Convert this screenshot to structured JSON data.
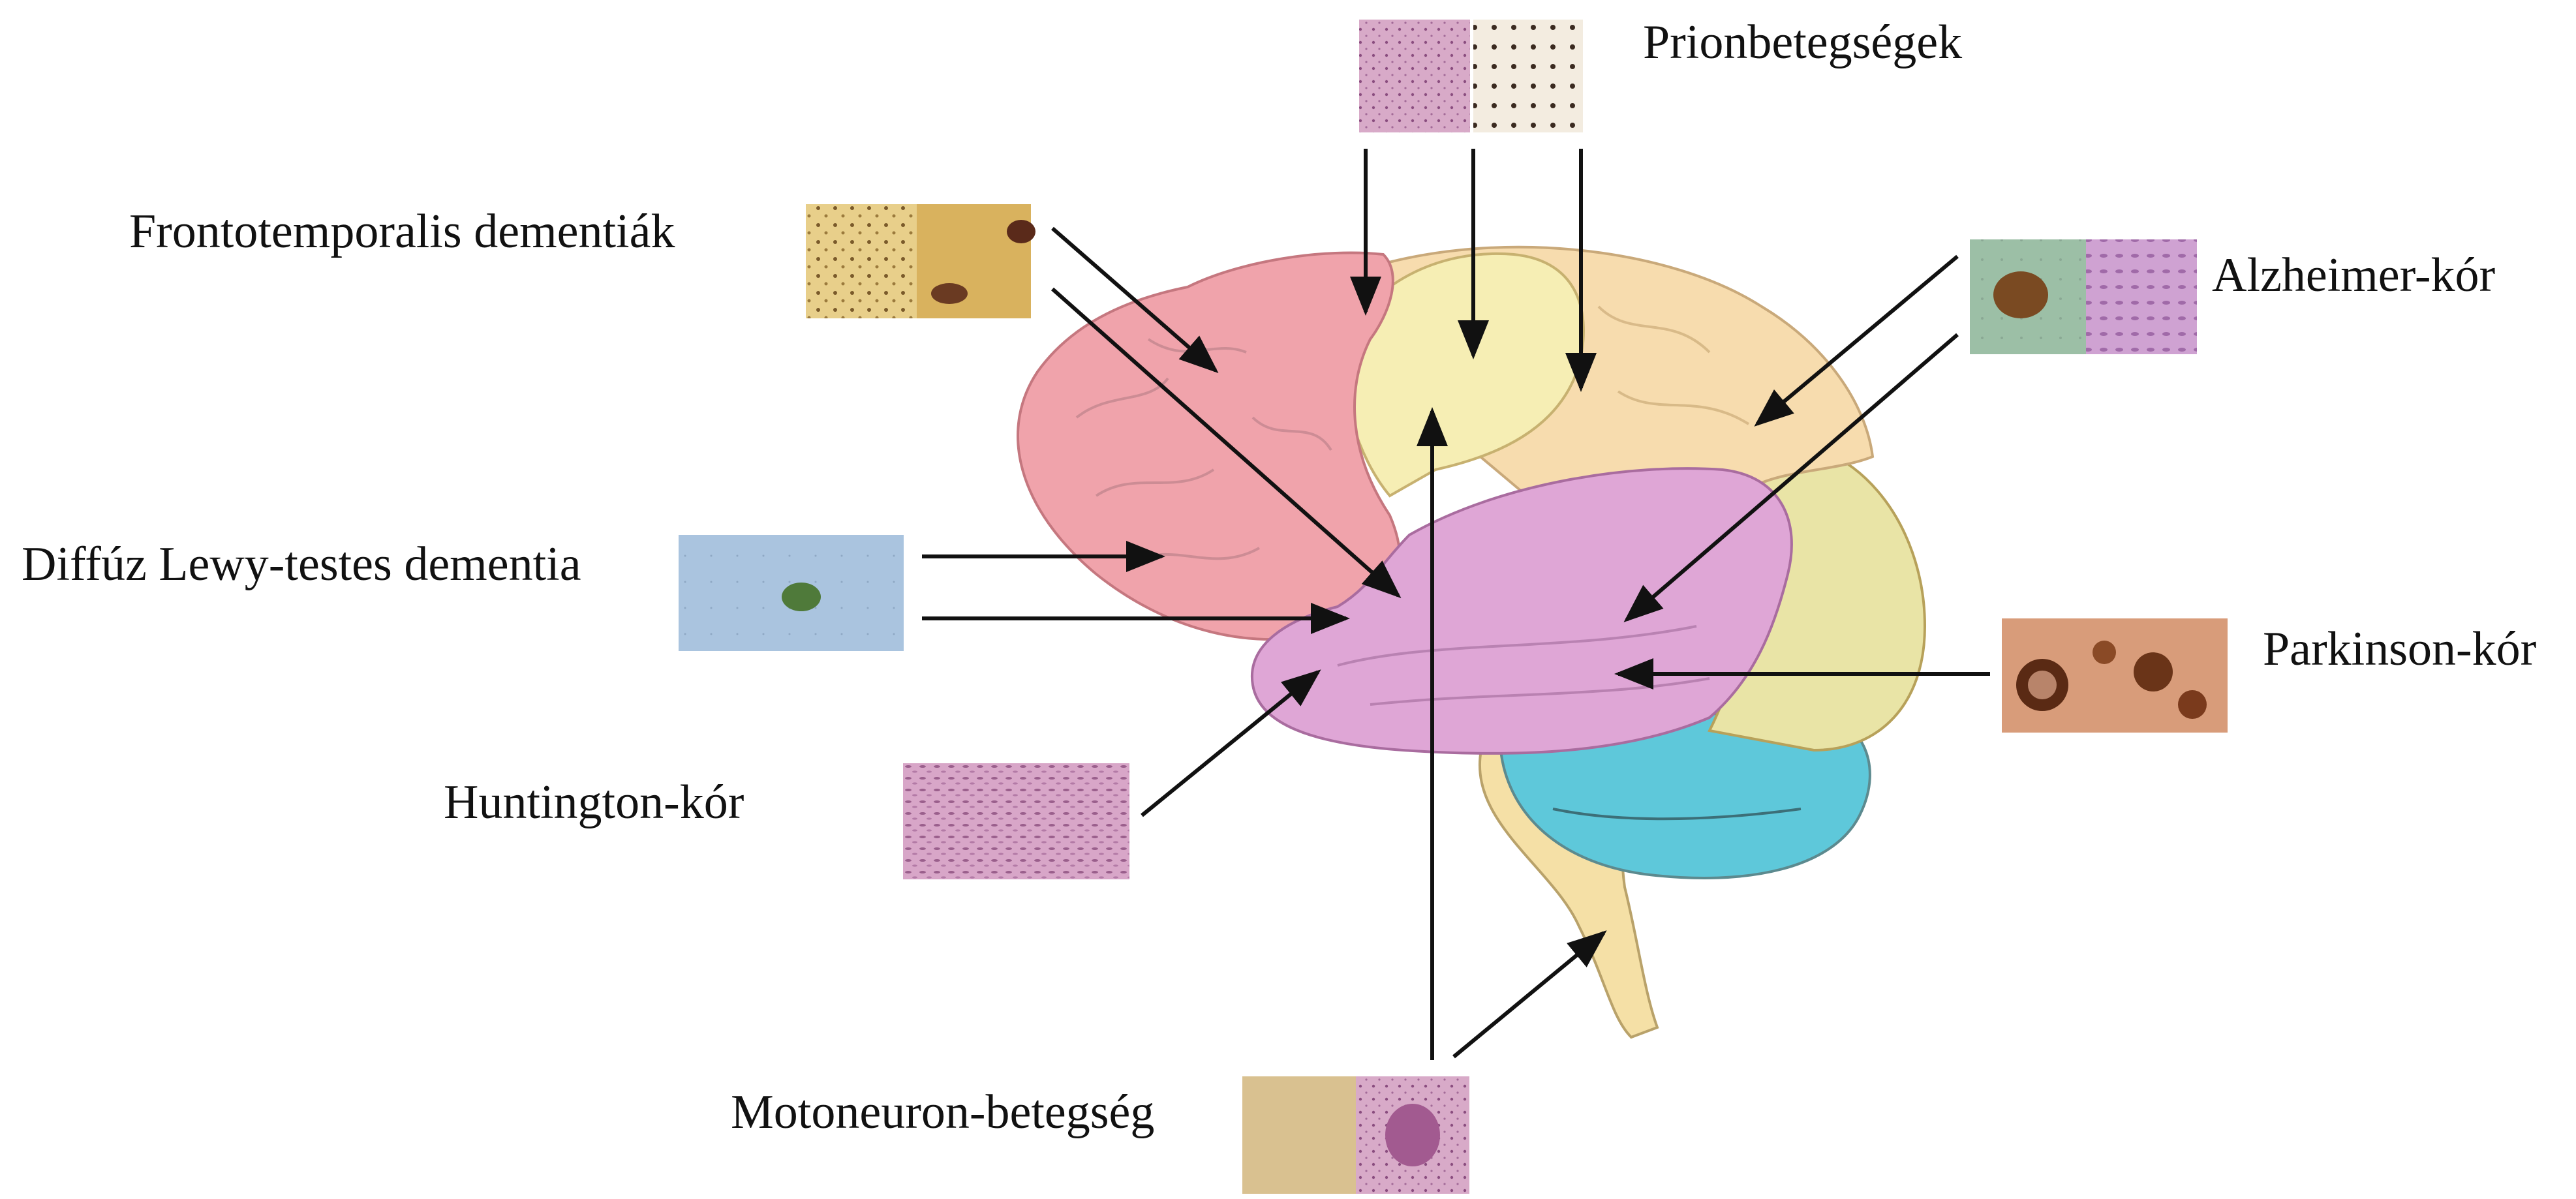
{
  "labels": {
    "prion": "Prionbetegségek",
    "frontotemporal": "Frontotemporalis dementiák",
    "alzheimer": "Alzheimer-kór",
    "lewy": "Diffúz Lewy-testes dementia",
    "parkinson": "Parkinson-kór",
    "huntington": "Huntington-kór",
    "motoneuron": "Motoneuron-betegség"
  },
  "colors": {
    "frontal_lobe": "#f0a3ab",
    "parietal_lobe": "#f7dcae",
    "parietal_upper": "#f6eeb4",
    "temporal_lobe": "#dfa6d6",
    "occipital_lobe": "#e9e4a6",
    "cerebellum": "#5ec8da",
    "brainstem": "#f5e0a6",
    "arrow": "#111111"
  },
  "icons": {
    "brain": "brain-illustration",
    "micrograph": "histology-micrograph"
  }
}
